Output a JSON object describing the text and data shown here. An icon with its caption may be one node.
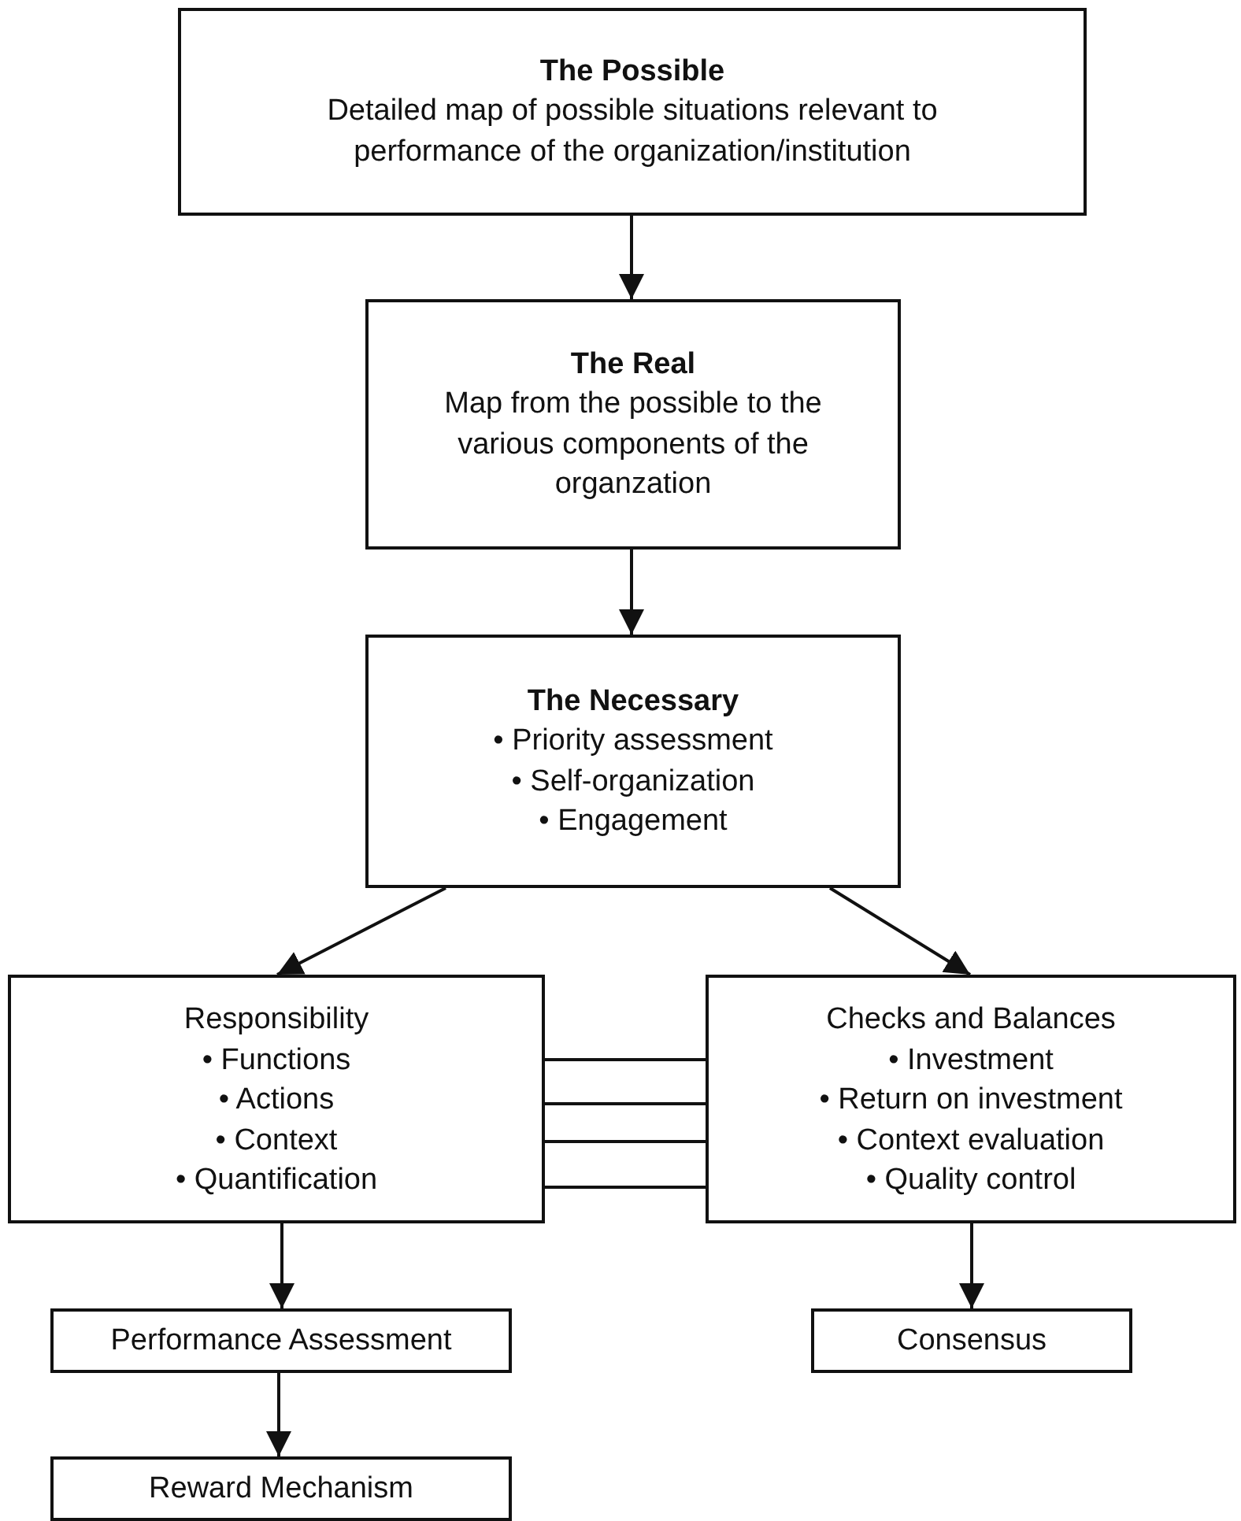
{
  "diagram": {
    "nodes": [
      {
        "text": [
          "The Possible",
          "Detailed map of possible situations relevant to performance of the organization/institution"
        ]
      },
      {
        "text": [
          "The Real",
          "Map from the possible to the various components of the organzation"
        ]
      },
      {
        "text": [
          "The Necessary",
          "• Priority assessment",
          "• Self-organization",
          "• Engagement"
        ]
      },
      {
        "text": [
          "Responsibility",
          "• Functions",
          "• Actions",
          "• Context",
          "• Quantification"
        ]
      },
      {
        "text": [
          "Checks and Balances",
          "• Investment",
          "• Return on investment",
          "• Context evaluation",
          "• Quality control"
        ]
      },
      {
        "text": [
          "Performance Assessment"
        ]
      },
      {
        "text": [
          "Consensus"
        ]
      },
      {
        "text": [
          "Reward Mechanism"
        ]
      }
    ],
    "edges": [
      {
        "from": 0,
        "to": 1,
        "arrow": "to"
      },
      {
        "from": 1,
        "to": 2,
        "arrow": "to"
      },
      {
        "from": 2,
        "to": 3,
        "arrow": "to"
      },
      {
        "from": 2,
        "to": 4,
        "arrow": "to"
      },
      {
        "from": 3,
        "to": 4,
        "arrow": "none"
      },
      {
        "from": 3,
        "to": 4,
        "arrow": "none"
      },
      {
        "from": 3,
        "to": 4,
        "arrow": "none"
      },
      {
        "from": 3,
        "to": 4,
        "arrow": "none"
      },
      {
        "from": 3,
        "to": 5,
        "arrow": "to"
      },
      {
        "from": 4,
        "to": 6,
        "arrow": "to"
      },
      {
        "from": 5,
        "to": 7,
        "arrow": "to"
      }
    ]
  }
}
